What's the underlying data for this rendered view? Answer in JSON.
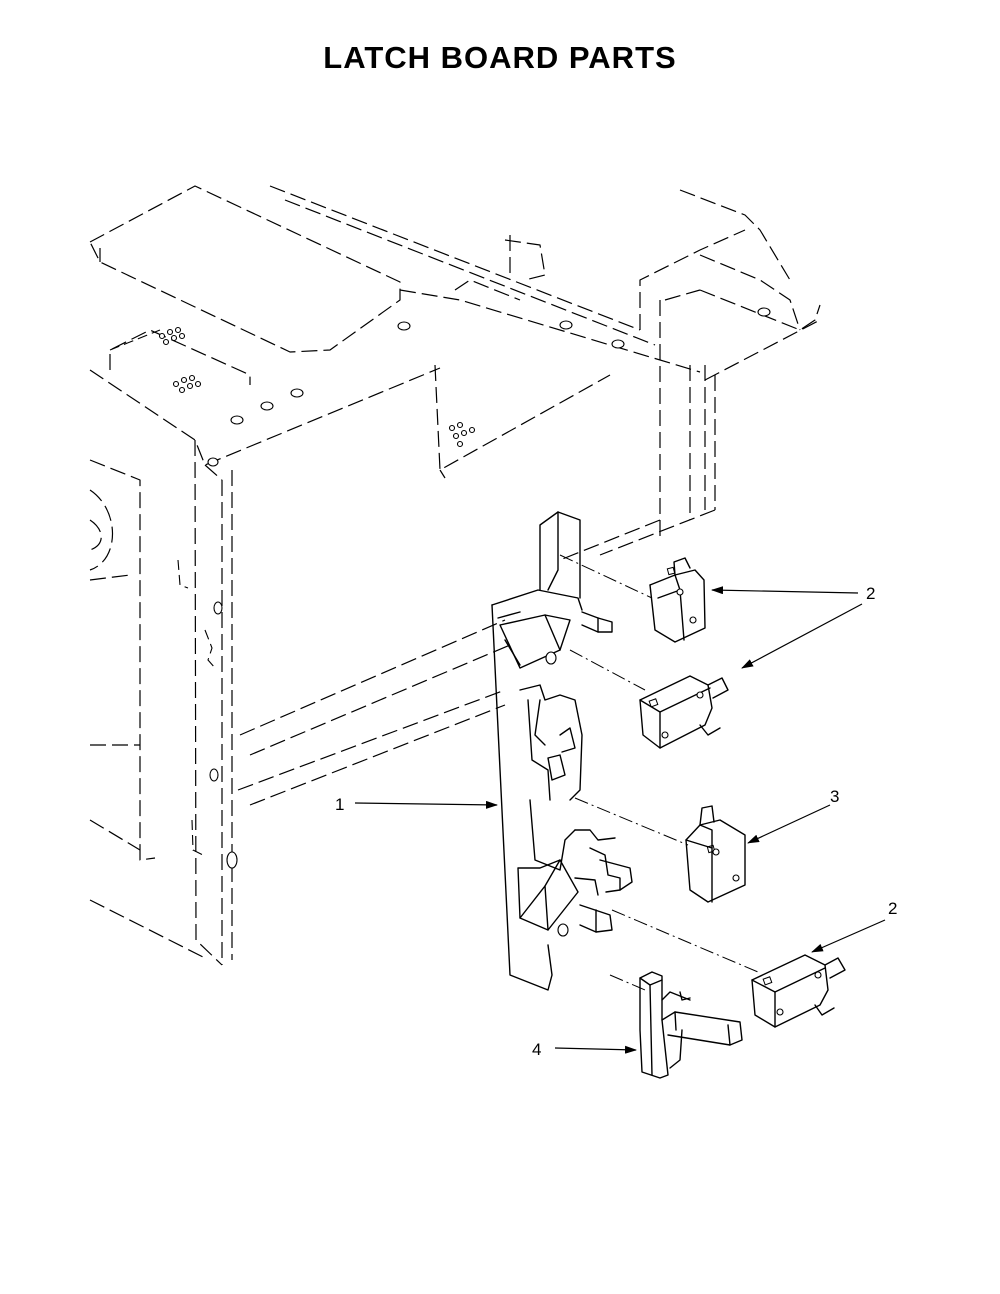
{
  "title": "LATCH BOARD PARTS",
  "callouts": [
    {
      "id": "1",
      "label": "1"
    },
    {
      "id": "2a",
      "label": "2"
    },
    {
      "id": "3",
      "label": "3"
    },
    {
      "id": "2b",
      "label": "2"
    },
    {
      "id": "4",
      "label": "4"
    }
  ],
  "colors": {
    "ink": "#000000",
    "paper": "#ffffff"
  }
}
